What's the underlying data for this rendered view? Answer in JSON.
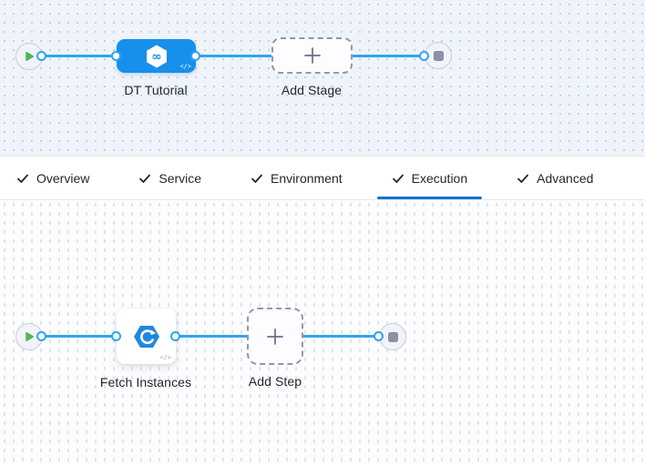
{
  "stage_pipeline": {
    "stage_label": "DT Tutorial",
    "add_stage_label": "Add Stage",
    "code_badge": "</>"
  },
  "tabs": [
    {
      "label": "Overview",
      "checked": true,
      "active": false
    },
    {
      "label": "Service",
      "checked": true,
      "active": false
    },
    {
      "label": "Environment",
      "checked": true,
      "active": false
    },
    {
      "label": "Execution",
      "checked": true,
      "active": true
    },
    {
      "label": "Advanced",
      "checked": true,
      "active": false
    }
  ],
  "execution_pipeline": {
    "step_label": "Fetch Instances",
    "add_step_label": "Add Step",
    "code_badge": "</>"
  },
  "colors": {
    "stage_blue": "#1790EC",
    "step_icon_blue": "#1E88DF",
    "edge_blue": "#2FA5EE",
    "active_tab_underline": "#0E72D3",
    "play_green": "#4CB754",
    "stop_gray": "#8D90A6"
  }
}
